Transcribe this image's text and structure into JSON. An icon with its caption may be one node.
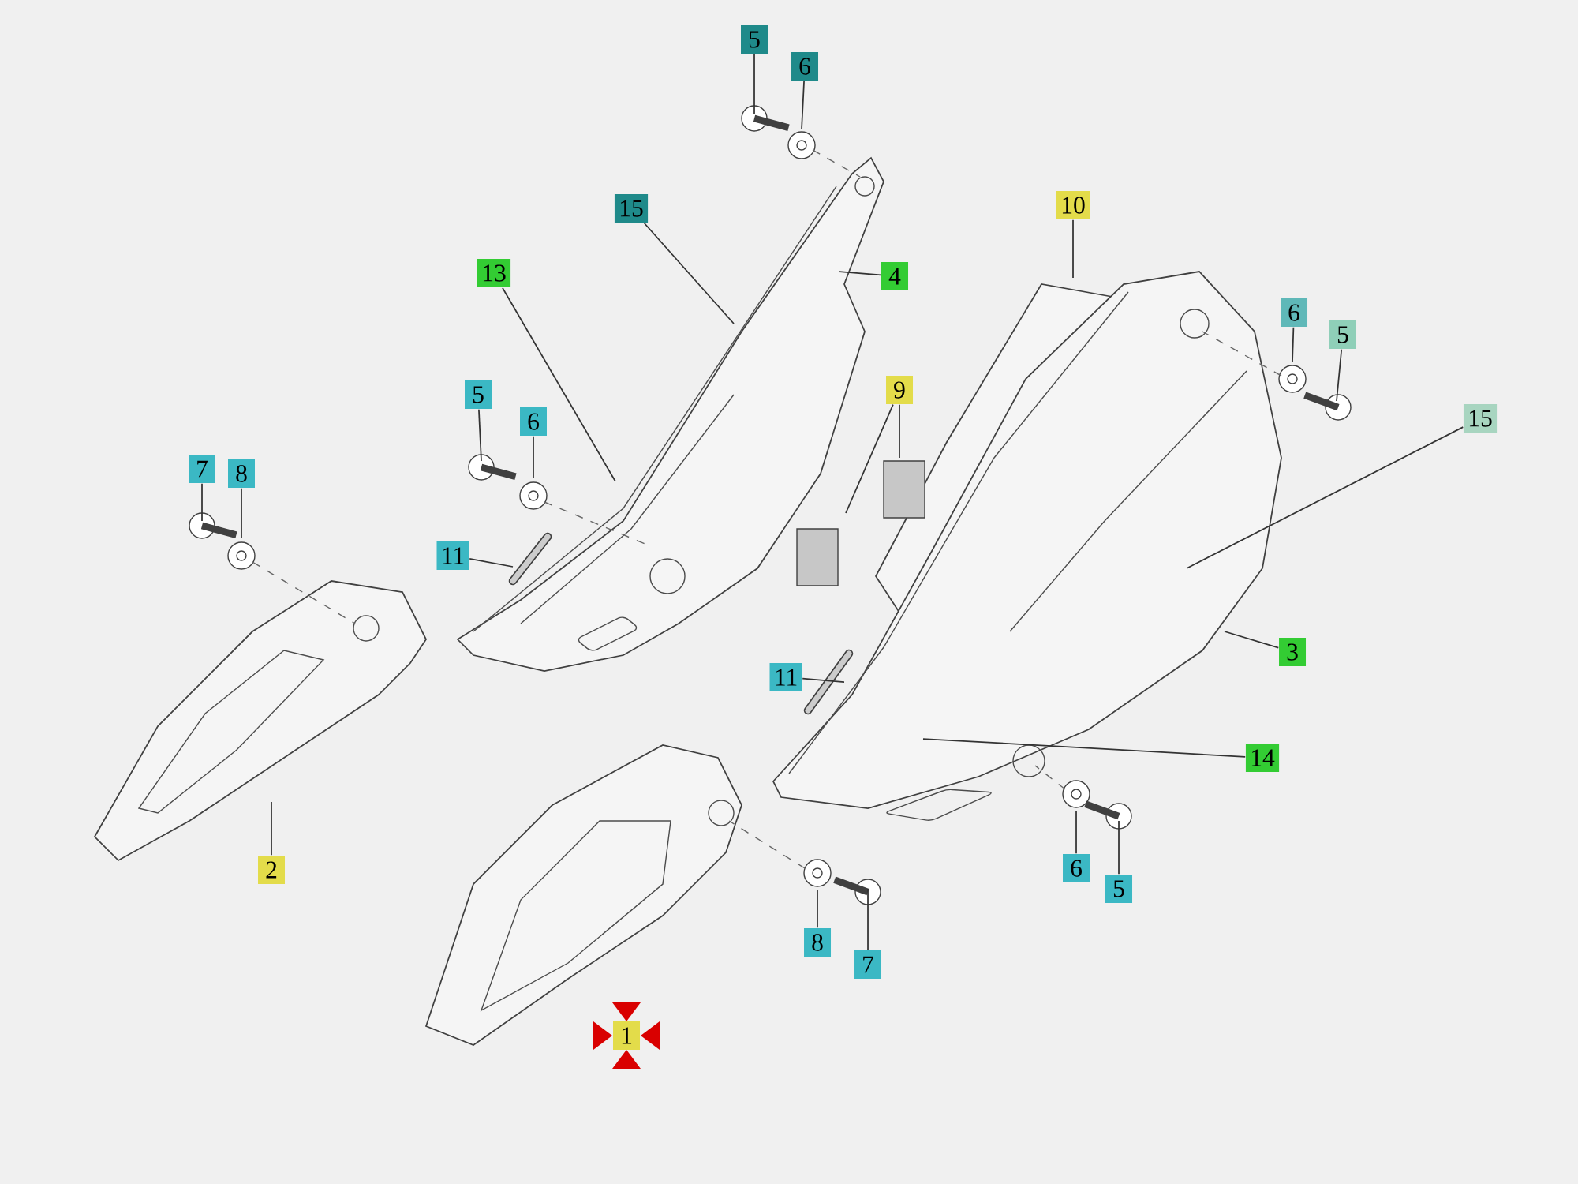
{
  "diagram": {
    "nodes": [
      {
        "text": [
          "5"
        ]
      },
      {
        "text": [
          "6"
        ]
      },
      {
        "text": [
          "15"
        ]
      },
      {
        "text": [
          "10"
        ]
      },
      {
        "text": [
          "4"
        ]
      },
      {
        "text": [
          "13"
        ]
      },
      {
        "text": [
          "6"
        ]
      },
      {
        "text": [
          "5"
        ]
      },
      {
        "text": [
          "9"
        ]
      },
      {
        "text": [
          "5"
        ]
      },
      {
        "text": [
          "6"
        ]
      },
      {
        "text": [
          "15"
        ]
      },
      {
        "text": [
          "7"
        ]
      },
      {
        "text": [
          "8"
        ]
      },
      {
        "text": [
          "11"
        ]
      },
      {
        "text": [
          "11"
        ]
      },
      {
        "text": [
          "3"
        ]
      },
      {
        "text": [
          "14"
        ]
      },
      {
        "text": [
          "2"
        ]
      },
      {
        "text": [
          "6"
        ]
      },
      {
        "text": [
          "5"
        ]
      },
      {
        "text": [
          "8"
        ]
      },
      {
        "text": [
          "7"
        ]
      },
      {
        "text": [
          "1"
        ]
      }
    ],
    "edges": [
      {
        "from": 0,
        "to": null,
        "arrow": "none"
      },
      {
        "from": 1,
        "to": null,
        "arrow": "none"
      },
      {
        "from": 2,
        "to": null,
        "arrow": "none"
      },
      {
        "from": 3,
        "to": null,
        "arrow": "none"
      },
      {
        "from": 4,
        "to": null,
        "arrow": "none"
      },
      {
        "from": 5,
        "to": null,
        "arrow": "none"
      },
      {
        "from": 6,
        "to": null,
        "arrow": "none"
      },
      {
        "from": 7,
        "to": null,
        "arrow": "none"
      },
      {
        "from": 8,
        "to": null,
        "arrow": "none"
      },
      {
        "from": 8,
        "to": null,
        "arrow": "none"
      },
      {
        "from": 9,
        "to": null,
        "arrow": "none"
      },
      {
        "from": 10,
        "to": null,
        "arrow": "none"
      },
      {
        "from": 11,
        "to": null,
        "arrow": "none"
      },
      {
        "from": 12,
        "to": null,
        "arrow": "none"
      },
      {
        "from": 13,
        "to": null,
        "arrow": "none"
      },
      {
        "from": 14,
        "to": null,
        "arrow": "none"
      },
      {
        "from": 15,
        "to": null,
        "arrow": "none"
      },
      {
        "from": 16,
        "to": null,
        "arrow": "none"
      },
      {
        "from": 17,
        "to": null,
        "arrow": "none"
      },
      {
        "from": 18,
        "to": null,
        "arrow": "none"
      },
      {
        "from": 19,
        "to": null,
        "arrow": "none"
      },
      {
        "from": 20,
        "to": null,
        "arrow": "none"
      },
      {
        "from": 21,
        "to": null,
        "arrow": "none"
      },
      {
        "from": 22,
        "to": null,
        "arrow": "none"
      }
    ]
  }
}
